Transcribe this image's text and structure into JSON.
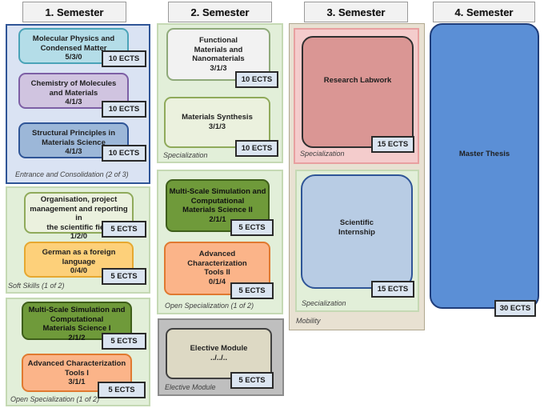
{
  "semesters": [
    "1. Semester",
    "2. Semester",
    "3. Semester",
    "4. Semester"
  ],
  "groups": {
    "s1_entrance": "Entrance and Consolidation (2 of 3)",
    "s1_soft": "Soft Skills (1 of 2)",
    "s1_open": "Open Specialization (1 of 2)",
    "s2_spec": "Specialization",
    "s2_open": "Open Specialization (1 of 2)",
    "s2_elective": "Elective Module",
    "s3_spec_top": "Specialization",
    "s3_spec_bottom": "Specialization",
    "s3_mobility": "Mobility"
  },
  "modules": {
    "mol_phys": {
      "title": "Molecular Physics and\nCondensed Matter",
      "hours": "5/3/0",
      "ects": "10 ECTS"
    },
    "chem": {
      "title": "Chemistry of Molecules\nand Materials",
      "hours": "4/1/3",
      "ects": "10 ECTS"
    },
    "struct": {
      "title": "Structural Principles in\nMaterials Science",
      "hours": "4/1/3",
      "ects": "10 ECTS"
    },
    "org": {
      "title": "Organisation, project\nmanagement and reporting in\nthe scientific field",
      "hours": "1/2/0",
      "ects": "5 ECTS"
    },
    "german": {
      "title": "German as a foreign\nlanguage",
      "hours": "0/4/0",
      "ects": "5 ECTS"
    },
    "msim1": {
      "title": "Multi-Scale Simulation and\nComputational\nMaterials Science I",
      "hours": "2/1/2",
      "ects": "5 ECTS"
    },
    "adv1": {
      "title": "Advanced Characterization\nTools I",
      "hours": "3/1/1",
      "ects": "5 ECTS"
    },
    "func": {
      "title": "Functional\nMaterials and\nNanomaterials",
      "hours": "3/1/3",
      "ects": "10 ECTS"
    },
    "synth": {
      "title": "Materials Synthesis",
      "hours": "3/1/3",
      "ects": "10 ECTS"
    },
    "msim2": {
      "title": "Multi-Scale Simulation and\nComputational\nMaterials Science II",
      "hours": "2/1/1",
      "ects": "5 ECTS"
    },
    "adv2": {
      "title": "Advanced\nCharacterization\nTools II",
      "hours": "0/1/4",
      "ects": "5 ECTS"
    },
    "elective": {
      "title": "Elective Module",
      "hours": "../../..",
      "ects": "5 ECTS"
    },
    "research": {
      "title": "Research Labwork",
      "ects": "15 ECTS"
    },
    "intern": {
      "title": "Scientific\nInternship",
      "ects": "15 ECTS"
    },
    "thesis": {
      "title": "Master Thesis",
      "ects": "30 ECTS"
    }
  }
}
